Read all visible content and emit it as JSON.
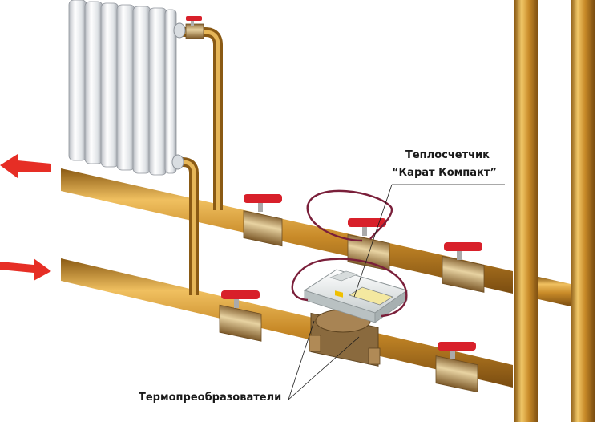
{
  "labels": {
    "heat_meter_line1": "Теплосчетчик",
    "heat_meter_line2": "“Карат  Компакт”",
    "sensors": "Термопреобразователи"
  },
  "colors": {
    "pipe_light": "#f0c060",
    "pipe_mid": "#c88a28",
    "pipe_dark": "#8a5a14",
    "valve_handle": "#d8202a",
    "fitting": "#c9a76a",
    "arrow": "#e62e25",
    "wire": "#7a1f3a",
    "radiator": "#eceef0",
    "meter_body": "#e8ecec",
    "meter_display": "#f4e8a0"
  },
  "icons": [
    "arrow-left-icon",
    "arrow-right-icon",
    "valve-icon",
    "radiator-icon",
    "heat-meter-icon"
  ]
}
